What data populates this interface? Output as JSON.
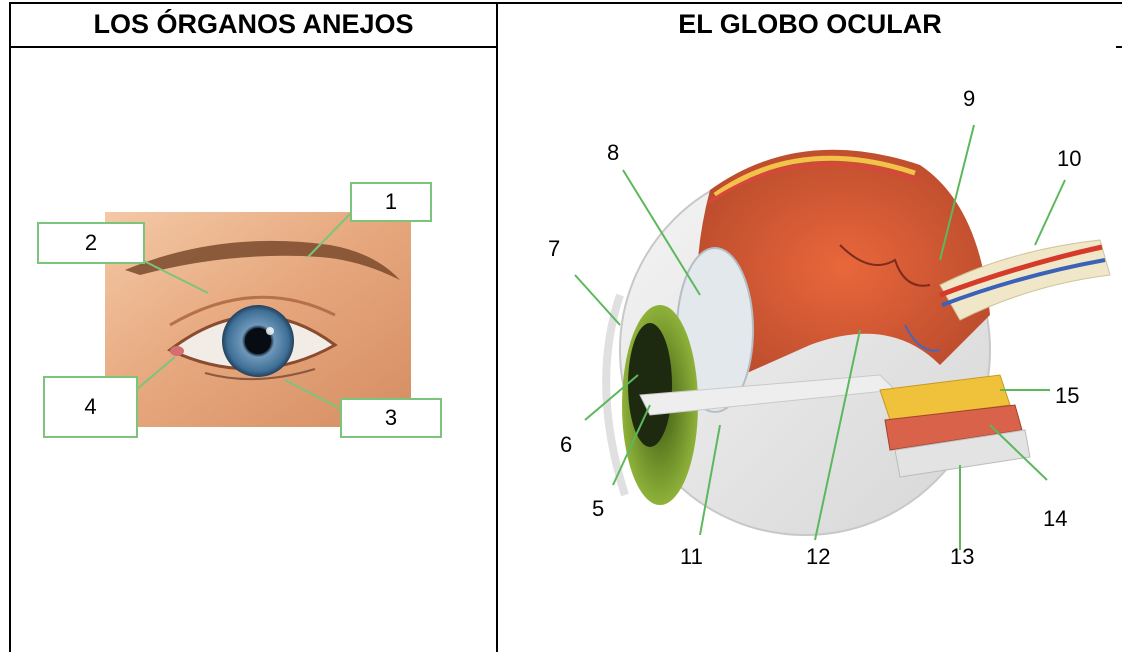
{
  "headers": {
    "left": "LOS ÓRGANOS ANEJOS",
    "right": "EL GLOBO OCULAR"
  },
  "left_labels": [
    "1",
    "2",
    "3",
    "4"
  ],
  "right_labels": [
    "9",
    "8",
    "10",
    "7",
    "6",
    "5",
    "15",
    "14",
    "11",
    "12",
    "13"
  ]
}
